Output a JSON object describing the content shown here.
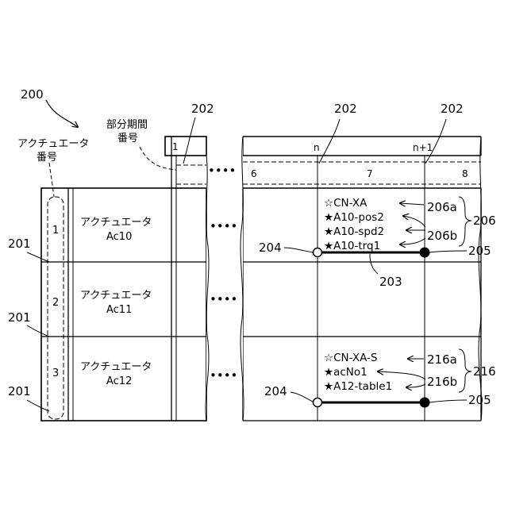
{
  "figure_number": "200",
  "label_actuator_number": [
    "アクチュエータ",
    "番号"
  ],
  "label_partial_period_number": [
    "部分期間",
    "番号"
  ],
  "ref_period_boundary": "202",
  "ref_row": "201",
  "ref_edge_start": "204",
  "ref_edge_end": "205",
  "ref_segment": "203",
  "ellipsis": "••••",
  "timeline": {
    "partial_period_first": "1",
    "partial_period_n": "n",
    "partial_period_n1": "n+1",
    "steps": [
      "6",
      "7",
      "8"
    ]
  },
  "rows": [
    {
      "number": "1",
      "name": "アクチュエータ",
      "id": "Ac10"
    },
    {
      "number": "2",
      "name": "アクチュエータ",
      "id": "Ac11"
    },
    {
      "number": "3",
      "name": "アクチュエータ",
      "id": "Ac12"
    }
  ],
  "signals_row1": {
    "items": [
      "☆CN-XA",
      "★A10-pos2",
      "★A10-spd2",
      "★A10-trq1"
    ],
    "ref_a": "206a",
    "ref_b": "206b",
    "ref_group": "206"
  },
  "signals_row3": {
    "items": [
      "☆CN-XA-S",
      "★acNo1",
      "★A12-table1"
    ],
    "ref_a": "216a",
    "ref_b": "216b",
    "ref_group": "216"
  }
}
